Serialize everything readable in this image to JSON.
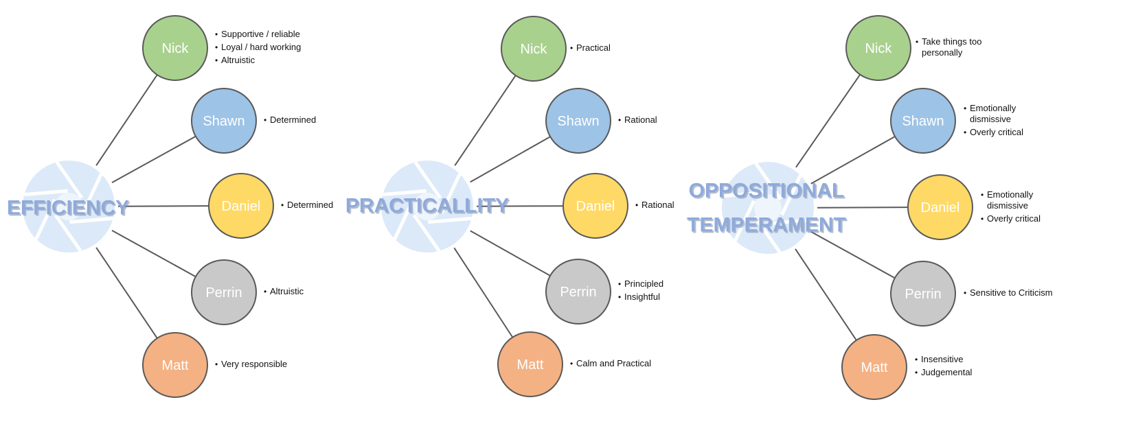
{
  "colors": {
    "green": "#a9d18e",
    "blue": "#9dc3e6",
    "yellow": "#ffd966",
    "gray": "#c9c9c9",
    "orange": "#f4b183",
    "circle_stroke": "#595959",
    "connector": "#595959",
    "label_text": "#ffffff",
    "category_text": "#8faadc",
    "aperture_fill": "#dce9f8"
  },
  "diagrams": [
    {
      "category_lines": [
        "EFFICIENCY"
      ],
      "members": [
        {
          "name": "Nick",
          "color": "green",
          "traits": [
            "Supportive / reliable",
            "Loyal / hard working",
            "Altruistic"
          ]
        },
        {
          "name": "Shawn",
          "color": "blue",
          "traits": [
            "Determined"
          ]
        },
        {
          "name": "Daniel",
          "color": "yellow",
          "traits": [
            "Determined"
          ]
        },
        {
          "name": "Perrin",
          "color": "gray",
          "traits": [
            "Altruistic"
          ]
        },
        {
          "name": "Matt",
          "color": "orange",
          "traits": [
            "Very responsible"
          ]
        }
      ]
    },
    {
      "category_lines": [
        "PRACTICALLITY"
      ],
      "members": [
        {
          "name": "Nick",
          "color": "green",
          "traits": [
            "Practical"
          ]
        },
        {
          "name": "Shawn",
          "color": "blue",
          "traits": [
            "Rational"
          ]
        },
        {
          "name": "Daniel",
          "color": "yellow",
          "traits": [
            "Rational"
          ]
        },
        {
          "name": "Perrin",
          "color": "gray",
          "traits": [
            "Principled",
            "Insightful"
          ]
        },
        {
          "name": "Matt",
          "color": "orange",
          "traits": [
            "Calm and Practical"
          ]
        }
      ]
    },
    {
      "category_lines": [
        "OPPOSITIONAL",
        "TEMPERAMENT"
      ],
      "members": [
        {
          "name": "Nick",
          "color": "green",
          "traits": [
            "Take things too\npersonally"
          ]
        },
        {
          "name": "Shawn",
          "color": "blue",
          "traits": [
            "Emotionally\ndismissive",
            "Overly critical"
          ]
        },
        {
          "name": "Daniel",
          "color": "yellow",
          "traits": [
            "Emotionally\ndismissive",
            "Overly critical"
          ]
        },
        {
          "name": "Perrin",
          "color": "gray",
          "traits": [
            "Sensitive to Criticism"
          ]
        },
        {
          "name": "Matt",
          "color": "orange",
          "traits": [
            "Insensitive",
            "Judgemental"
          ]
        }
      ]
    }
  ]
}
